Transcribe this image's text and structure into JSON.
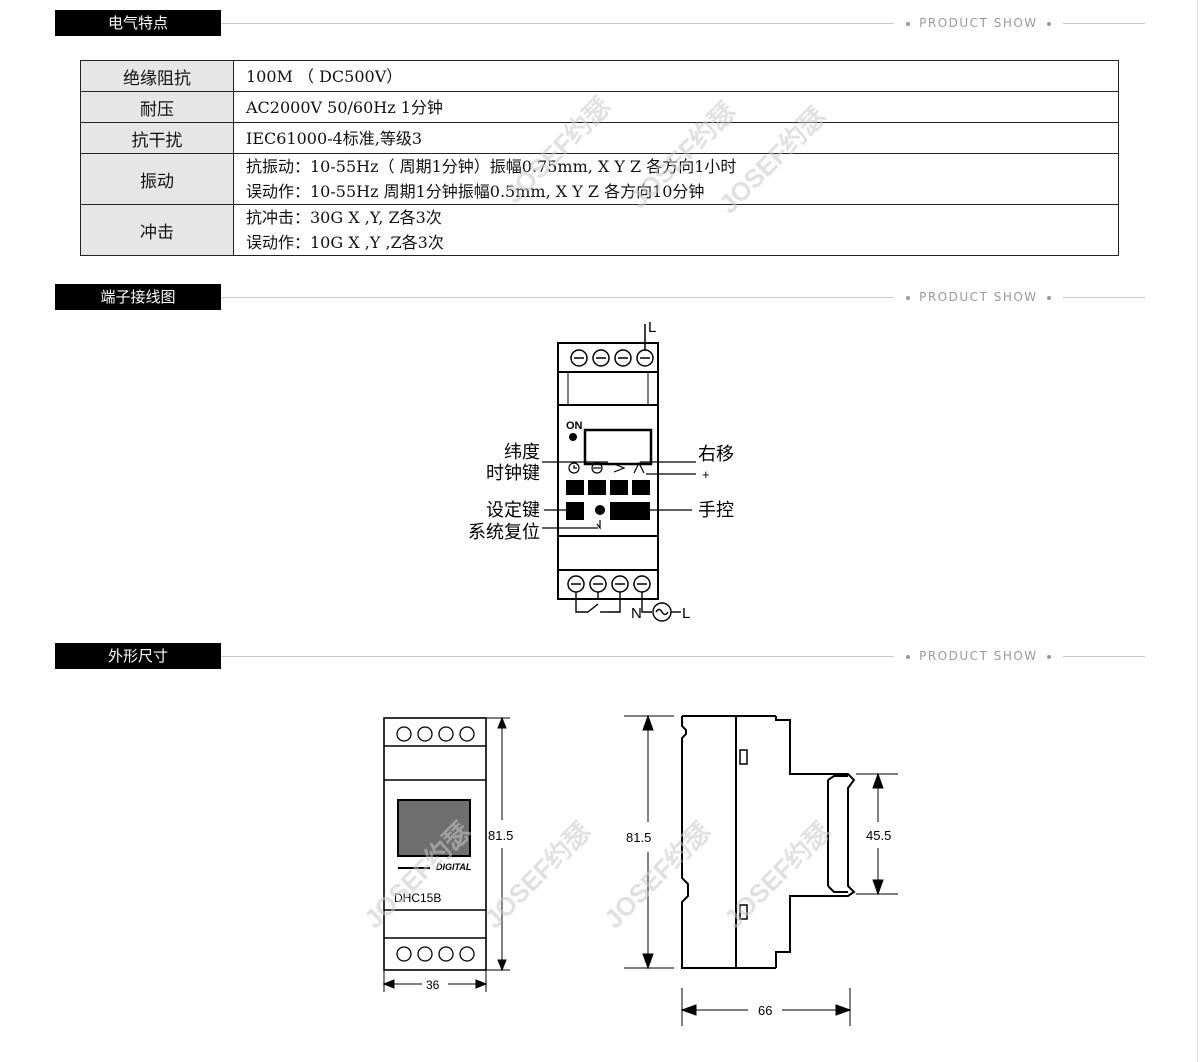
{
  "sections": {
    "electrical": {
      "title": "电气特点",
      "tag": "PRODUCT SHOW"
    },
    "wiring": {
      "title": "端子接线图",
      "tag": "PRODUCT SHOW"
    },
    "dimensions": {
      "title": "外形尺寸",
      "tag": "PRODUCT SHOW"
    }
  },
  "spec_table": {
    "rows": [
      {
        "label": "绝缘阻抗",
        "lines": [
          "100M  （ DC500V）"
        ]
      },
      {
        "label": "耐压",
        "lines": [
          "AC2000V 50/60Hz 1分钟"
        ]
      },
      {
        "label": "抗干扰",
        "lines": [
          "IEC61000-4标准,等级3"
        ]
      },
      {
        "label": "振动",
        "lines": [
          "抗振动：10-55Hz（ 周期1分钟）振幅0.75mm, X Y Z 各方向1小时",
          "误动作：10-55Hz 周期1分钟振幅0.5mm, X Y Z 各方向10分钟"
        ]
      },
      {
        "label": "冲击",
        "lines": [
          "抗冲击：30G  X ,Y, Z各3次",
          "误动作：10G X ,Y ,Z各3次"
        ]
      }
    ]
  },
  "wiring_diagram": {
    "top_terminal": "L",
    "on_label": "ON",
    "labels": {
      "latitude": "纬度",
      "clock_key": "时钟键",
      "set_key": "设定键",
      "reset": "系统复位",
      "shift_right": "右移",
      "plus": "+",
      "manual": "手控",
      "neutral": "N",
      "live": "L"
    }
  },
  "dimension_drawing": {
    "brand_text": "DIGITAL",
    "model": "DHC15B",
    "front_height": "81.5",
    "front_width": "36",
    "side_height": "81.5",
    "side_depth": "66",
    "step_height": "45.5"
  },
  "watermark": {
    "text": "JOSEF约瑟",
    "color": "#c8c8c8"
  }
}
